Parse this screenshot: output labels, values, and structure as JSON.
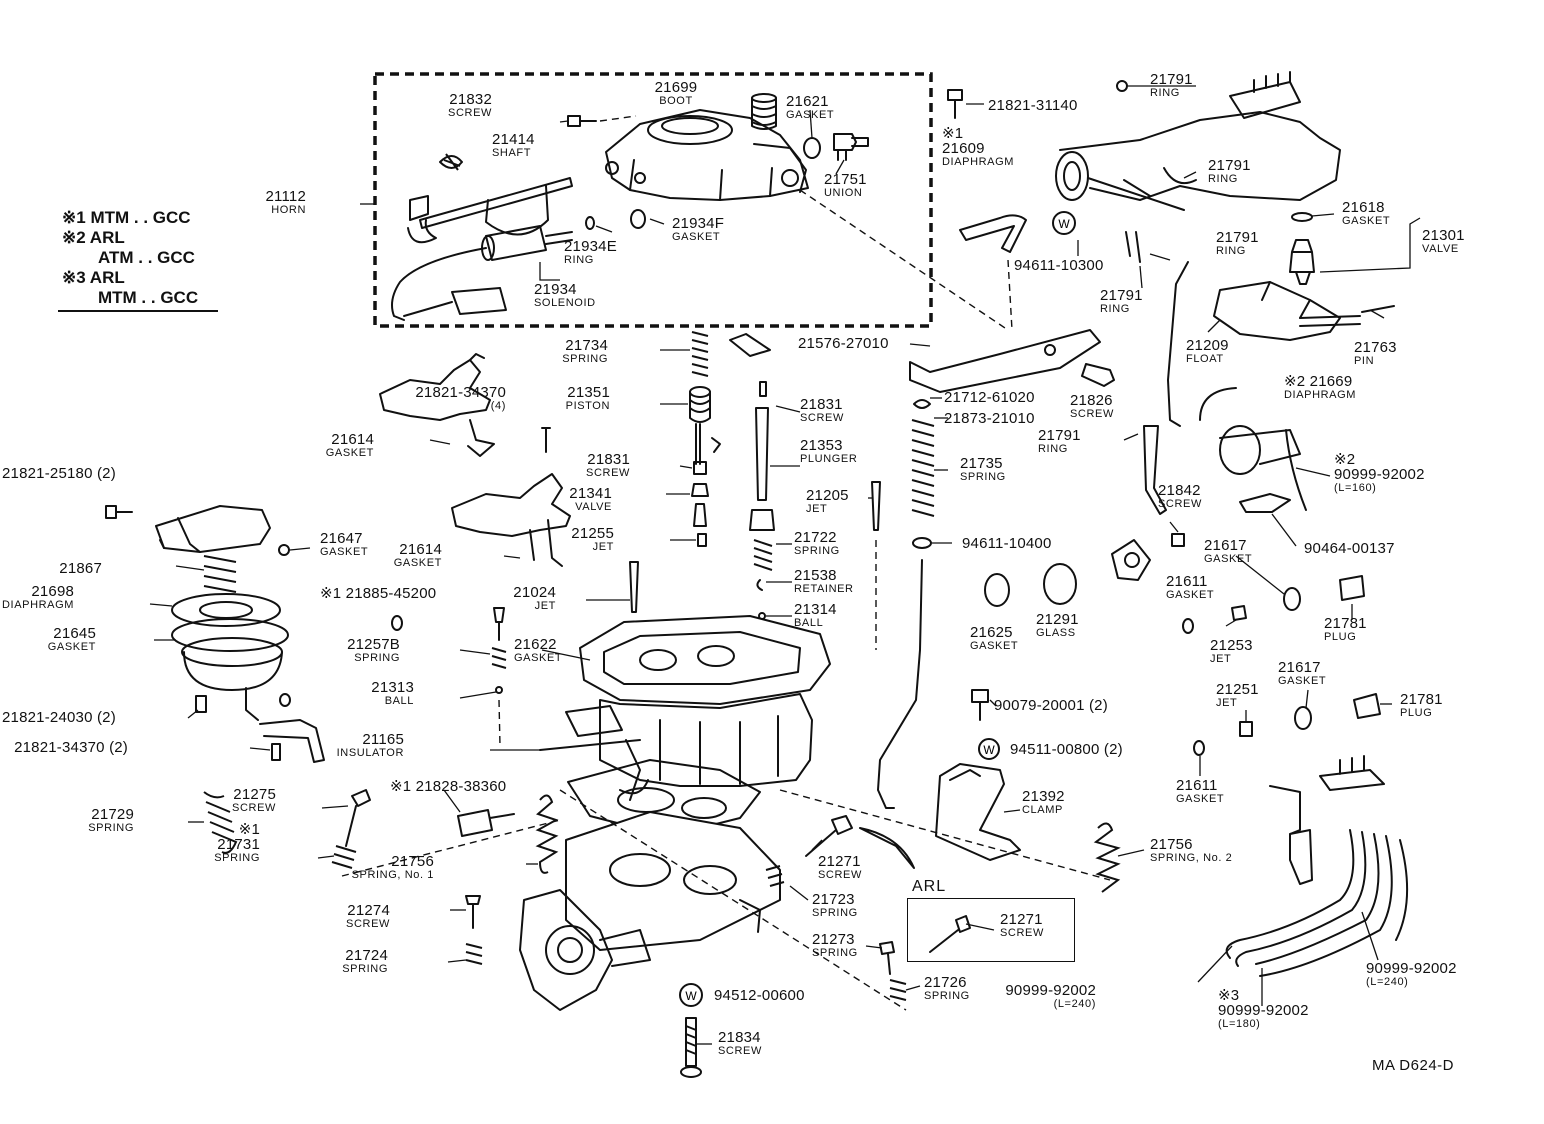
{
  "legend": [
    {
      "mark": "※1",
      "text": "MTM . . GCC"
    },
    {
      "mark": "※2",
      "text": "ARL"
    },
    {
      "mark": "",
      "text": "ATM . . GCC"
    },
    {
      "mark": "※3",
      "text": "ARL"
    },
    {
      "mark": "",
      "text": "MTM . . GCC"
    }
  ],
  "diagram_code": "MA  D624-D",
  "arl_box_label": "ARL",
  "parts": [
    {
      "id": "p21832",
      "num": "21832",
      "desc": "SCREW"
    },
    {
      "id": "p21699",
      "num": "21699",
      "desc": "BOOT"
    },
    {
      "id": "p21621",
      "num": "21621",
      "desc": "GASKET"
    },
    {
      "id": "p21414",
      "num": "21414",
      "desc": "SHAFT"
    },
    {
      "id": "p21112",
      "num": "21112",
      "desc": "HORN"
    },
    {
      "id": "p21751",
      "num": "21751",
      "desc": "UNION"
    },
    {
      "id": "p21934F",
      "num": "21934F",
      "desc": "GASKET"
    },
    {
      "id": "p21934E",
      "num": "21934E",
      "desc": "RING"
    },
    {
      "id": "p21934",
      "num": "21934",
      "desc": "SOLENOID"
    },
    {
      "id": "p21821-31140",
      "num": "21821-31140",
      "desc": ""
    },
    {
      "id": "p21609",
      "num": "※1\n21609",
      "desc": "DIAPHRAGM"
    },
    {
      "id": "p21791a",
      "num": "21791",
      "desc": "RING"
    },
    {
      "id": "p21791b",
      "num": "21791",
      "desc": "RING"
    },
    {
      "id": "p21791c",
      "num": "21791",
      "desc": "RING"
    },
    {
      "id": "p21791d",
      "num": "21791",
      "desc": "RING"
    },
    {
      "id": "p21791e",
      "num": "21791",
      "desc": "RING"
    },
    {
      "id": "p94611-10300",
      "num": "94611-10300",
      "desc": ""
    },
    {
      "id": "p21618",
      "num": "21618",
      "desc": "GASKET"
    },
    {
      "id": "p21301",
      "num": "21301",
      "desc": "VALVE"
    },
    {
      "id": "p21209",
      "num": "21209",
      "desc": "FLOAT"
    },
    {
      "id": "p21763",
      "num": "21763",
      "desc": "PIN"
    },
    {
      "id": "p21669",
      "num": "※2 21669",
      "desc": "DIAPHRAGM"
    },
    {
      "id": "p90999-92002a",
      "num": "※2\n90999-92002",
      "desc": "(L=160)"
    },
    {
      "id": "p90464",
      "num": "90464-00137",
      "desc": ""
    },
    {
      "id": "p21842",
      "num": "21842",
      "desc": "SCREW"
    },
    {
      "id": "p21617a",
      "num": "21617",
      "desc": "GASKET"
    },
    {
      "id": "p21611a",
      "num": "21611",
      "desc": "GASKET"
    },
    {
      "id": "p21781a",
      "num": "21781",
      "desc": "PLUG"
    },
    {
      "id": "p21253",
      "num": "21253",
      "desc": "JET"
    },
    {
      "id": "p21251",
      "num": "21251",
      "desc": "JET"
    },
    {
      "id": "p21617b",
      "num": "21617",
      "desc": "GASKET"
    },
    {
      "id": "p21781b",
      "num": "21781",
      "desc": "PLUG"
    },
    {
      "id": "p21611b",
      "num": "21611",
      "desc": "GASKET"
    },
    {
      "id": "p21734",
      "num": "21734",
      "desc": "SPRING"
    },
    {
      "id": "p21576",
      "num": "21576-27010",
      "desc": ""
    },
    {
      "id": "p21712",
      "num": "21712-61020",
      "desc": ""
    },
    {
      "id": "p21873",
      "num": "21873-21010",
      "desc": ""
    },
    {
      "id": "p21826",
      "num": "21826",
      "desc": "SCREW"
    },
    {
      "id": "p21821-34370a",
      "num": "21821-34370",
      "desc": "(4)"
    },
    {
      "id": "p21351",
      "num": "21351",
      "desc": "PISTON"
    },
    {
      "id": "p21831a",
      "num": "21831",
      "desc": "SCREW"
    },
    {
      "id": "p21353",
      "num": "21353",
      "desc": "PLUNGER"
    },
    {
      "id": "p21735",
      "num": "21735",
      "desc": "SPRING"
    },
    {
      "id": "p21614a",
      "num": "21614",
      "desc": "GASKET"
    },
    {
      "id": "p21831b",
      "num": "21831",
      "desc": "SCREW"
    },
    {
      "id": "p21341",
      "num": "21341",
      "desc": "VALVE"
    },
    {
      "id": "p21205",
      "num": "21205",
      "desc": "JET"
    },
    {
      "id": "p21255",
      "num": "21255",
      "desc": "JET"
    },
    {
      "id": "p21722",
      "num": "21722",
      "desc": "SPRING"
    },
    {
      "id": "p21538",
      "num": "21538",
      "desc": "RETAINER"
    },
    {
      "id": "p21314",
      "num": "21314",
      "desc": "BALL"
    },
    {
      "id": "p94611-10400",
      "num": "94611-10400",
      "desc": ""
    },
    {
      "id": "p21614b",
      "num": "21614",
      "desc": "GASKET"
    },
    {
      "id": "p21821-25180",
      "num": "21821-25180 (2)",
      "desc": ""
    },
    {
      "id": "p21647",
      "num": "21647",
      "desc": "GASKET"
    },
    {
      "id": "p21867",
      "num": "21867",
      "desc": ""
    },
    {
      "id": "p21698",
      "num": "21698",
      "desc": "DIAPHRAGM"
    },
    {
      "id": "p21645",
      "num": "21645",
      "desc": "GASKET"
    },
    {
      "id": "p21885",
      "num": "※1 21885-45200",
      "desc": ""
    },
    {
      "id": "p21024",
      "num": "21024",
      "desc": "JET"
    },
    {
      "id": "p21257B",
      "num": "21257B",
      "desc": "SPRING"
    },
    {
      "id": "p21622",
      "num": "21622",
      "desc": "GASKET"
    },
    {
      "id": "p21625",
      "num": "21625",
      "desc": "GASKET"
    },
    {
      "id": "p21291",
      "num": "21291",
      "desc": "GLASS"
    },
    {
      "id": "p21313",
      "num": "21313",
      "desc": "BALL"
    },
    {
      "id": "p21821-24030",
      "num": "21821-24030 (2)",
      "desc": ""
    },
    {
      "id": "p90079",
      "num": "90079-20001 (2)",
      "desc": ""
    },
    {
      "id": "p21165",
      "num": "21165",
      "desc": "INSULATOR"
    },
    {
      "id": "p21821-34370b",
      "num": "21821-34370 (2)",
      "desc": ""
    },
    {
      "id": "p94511",
      "num": "94511-00800 (2)",
      "desc": ""
    },
    {
      "id": "p21828",
      "num": "※1 21828-38360",
      "desc": ""
    },
    {
      "id": "p21729",
      "num": "21729",
      "desc": "SPRING"
    },
    {
      "id": "p21275",
      "num": "21275",
      "desc": "SCREW"
    },
    {
      "id": "p21731",
      "num": "※1\n21731",
      "desc": "SPRING"
    },
    {
      "id": "p21392",
      "num": "21392",
      "desc": "CLAMP"
    },
    {
      "id": "p21756a",
      "num": "21756",
      "desc": "SPRING, No. 1"
    },
    {
      "id": "p21271a",
      "num": "21271",
      "desc": "SCREW"
    },
    {
      "id": "p21756b",
      "num": "21756",
      "desc": "SPRING, No. 2"
    },
    {
      "id": "p21723",
      "num": "21723",
      "desc": "SPRING"
    },
    {
      "id": "p21271b",
      "num": "21271",
      "desc": "SCREW"
    },
    {
      "id": "p21274",
      "num": "21274",
      "desc": "SCREW"
    },
    {
      "id": "p21273",
      "num": "21273",
      "desc": "SPRING"
    },
    {
      "id": "p21724",
      "num": "21724",
      "desc": "SPRING"
    },
    {
      "id": "p21726",
      "num": "21726",
      "desc": "SPRING"
    },
    {
      "id": "p94512",
      "num": "94512-00600",
      "desc": ""
    },
    {
      "id": "p21834",
      "num": "21834",
      "desc": "SCREW"
    },
    {
      "id": "p90999-92002b",
      "num": "90999-92002",
      "desc": "(L=240)"
    },
    {
      "id": "p90999-92002c",
      "num": "※3\n90999-92002",
      "desc": "(L=180)"
    },
    {
      "id": "p90999-92002d",
      "num": "90999-92002",
      "desc": "(L=240)"
    }
  ]
}
